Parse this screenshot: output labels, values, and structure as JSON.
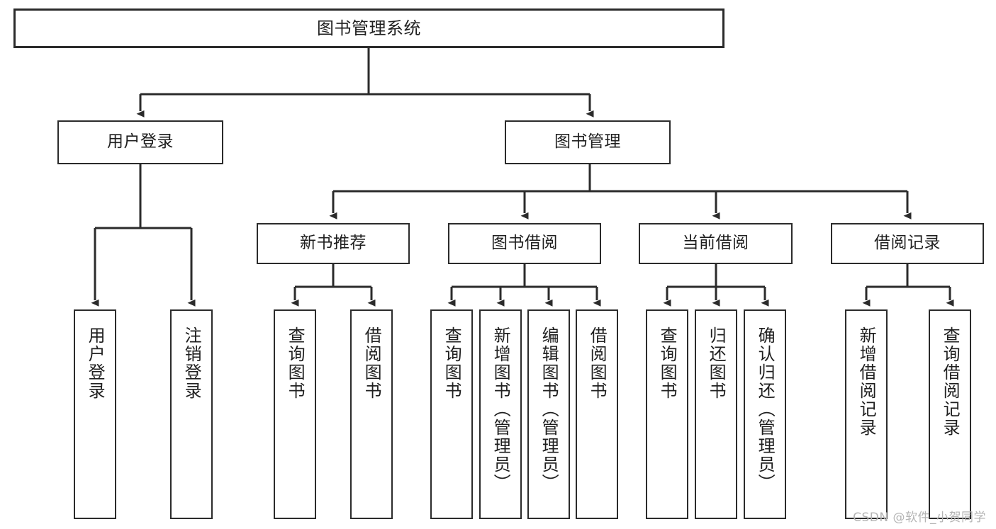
{
  "diagram": {
    "title": "图书管理系统",
    "type": "hierarchy-tree",
    "watermark": "CSDN @软件_小贺同学",
    "colors": {
      "border": "#2b2b2b",
      "background": "#ffffff",
      "text": "#1f1f1f",
      "watermark": "#b4b4b4"
    }
  },
  "nodes": {
    "root": {
      "label": "图书管理系统"
    },
    "level2": [
      {
        "id": "user-login",
        "label": "用户登录"
      },
      {
        "id": "book-management",
        "label": "图书管理"
      }
    ],
    "level3": [
      {
        "id": "new-book-recommend",
        "label": "新书推荐"
      },
      {
        "id": "book-borrow",
        "label": "图书借阅"
      },
      {
        "id": "current-borrow",
        "label": "当前借阅"
      },
      {
        "id": "borrow-record",
        "label": "借阅记录"
      }
    ],
    "leaves": {
      "user_login": [
        {
          "id": "leaf-user-login",
          "label": "用户登录"
        },
        {
          "id": "leaf-logout-login",
          "label": "注销登录"
        }
      ],
      "new_book_recommend": [
        {
          "id": "leaf-query-book-1",
          "label": "查询图书"
        },
        {
          "id": "leaf-borrow-book-1",
          "label": "借阅图书"
        }
      ],
      "book_borrow": [
        {
          "id": "leaf-query-book-2",
          "label": "查询图书"
        },
        {
          "id": "leaf-add-book",
          "label": "新增图书（管理员）"
        },
        {
          "id": "leaf-edit-book",
          "label": "编辑图书（管理员）"
        },
        {
          "id": "leaf-borrow-book-2",
          "label": "借阅图书"
        }
      ],
      "current_borrow": [
        {
          "id": "leaf-query-book-3",
          "label": "查询图书"
        },
        {
          "id": "leaf-return-book",
          "label": "归还图书"
        },
        {
          "id": "leaf-confirm-return",
          "label": "确认归还（管理员）"
        }
      ],
      "borrow_record": [
        {
          "id": "leaf-add-borrow-record",
          "label": "新增借阅记录"
        },
        {
          "id": "leaf-query-borrow-record",
          "label": "查询借阅记录"
        }
      ]
    }
  }
}
